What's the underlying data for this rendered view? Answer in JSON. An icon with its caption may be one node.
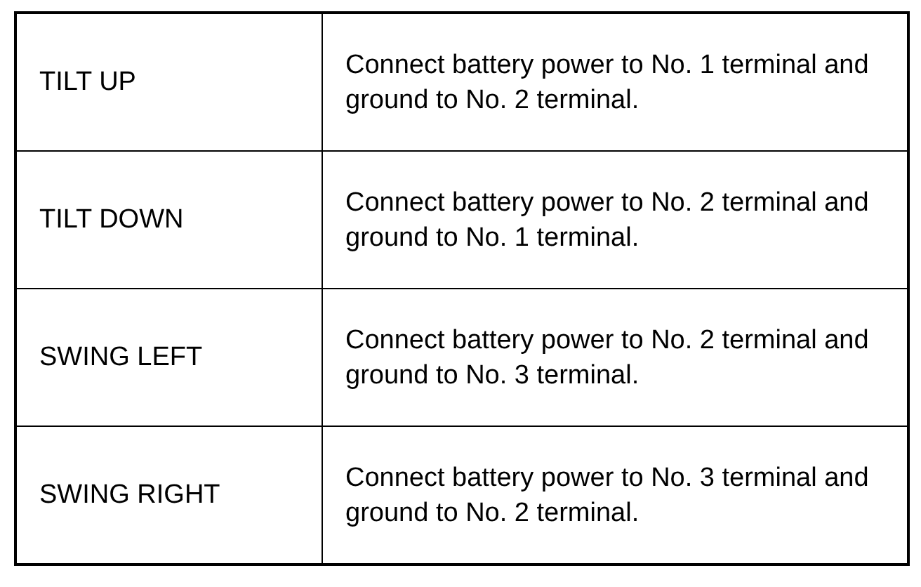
{
  "diagram": {
    "labels": [
      "TILT UP",
      "Connect battery power to No. 1 terminal and ground to No. 2 terminal.",
      "TILT DOWN",
      "Connect battery power to No. 2 terminal and ground to No. 1 terminal.",
      "SWING LEFT",
      "Connect battery power to No. 2 terminal and ground to No. 3 terminal.",
      "SWING RIGHT",
      "Connect battery power to No. 3 terminal and ground to No. 2 terminal."
    ]
  }
}
